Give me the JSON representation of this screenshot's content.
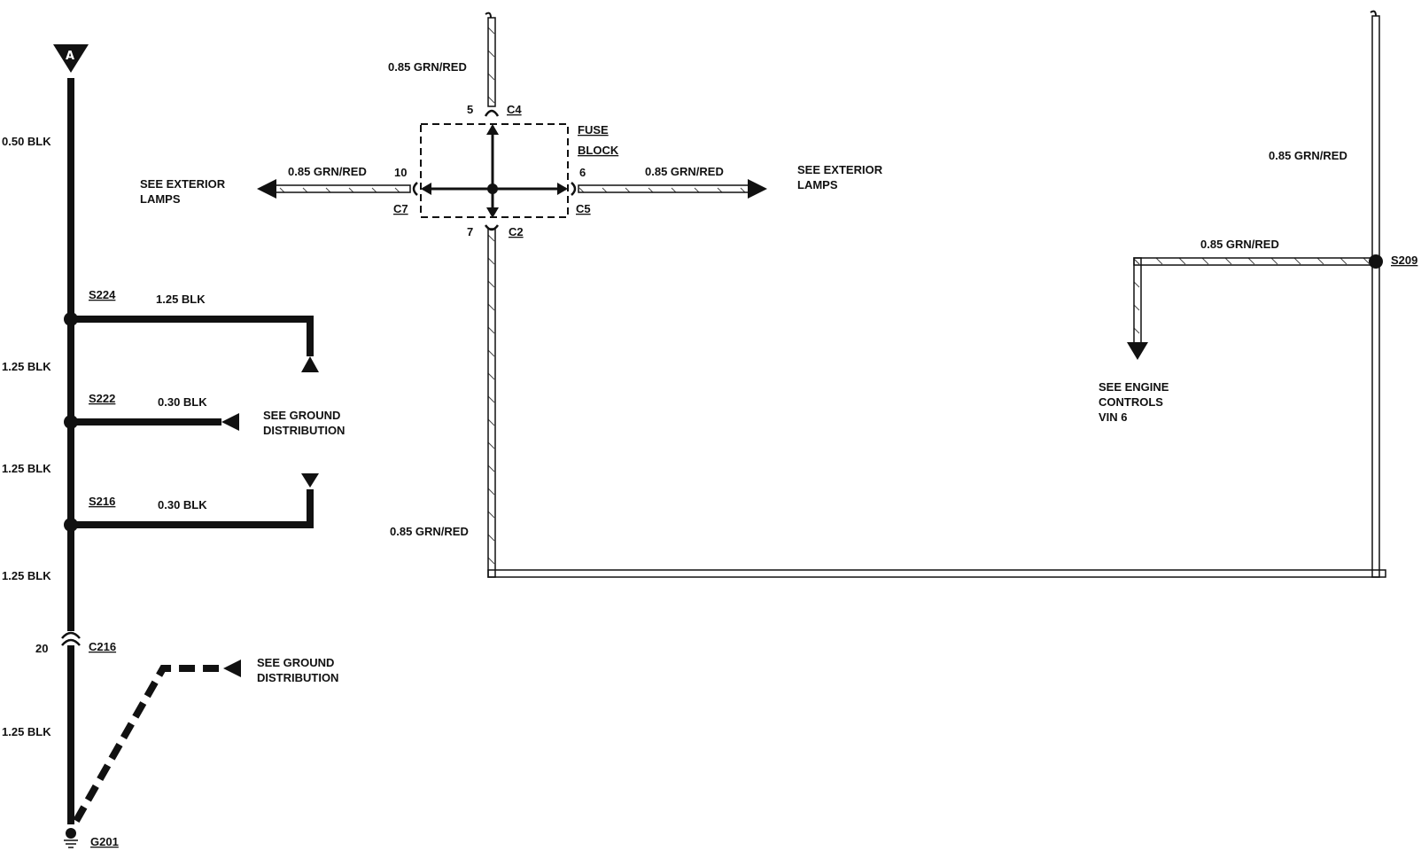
{
  "ground_tree": {
    "connector_marker": "A",
    "wire_top": "0.50 BLK",
    "s224": {
      "splice": "S224",
      "branch_wire": "1.25 BLK"
    },
    "seg1": "1.25 BLK",
    "s222": {
      "splice": "S222",
      "branch_wire": "0.30 BLK",
      "ref_line1": "SEE GROUND",
      "ref_line2": "DISTRIBUTION"
    },
    "seg2": "1.25 BLK",
    "s216": {
      "splice": "S216",
      "branch_wire": "0.30 BLK"
    },
    "seg3": "1.25 BLK",
    "c216": {
      "pin": "20",
      "name": "C216"
    },
    "bottom_ref_line1": "SEE GROUND",
    "bottom_ref_line2": "DISTRIBUTION",
    "seg4": "1.25 BLK",
    "ground": "G201"
  },
  "fuse_block": {
    "title_line1": "FUSE",
    "title_line2": "BLOCK",
    "top_wire": "0.85 GRN/RED",
    "c4": {
      "pin": "5",
      "name": "C4"
    },
    "c7": {
      "pin": "10",
      "name": "C7",
      "wire": "0.85 GRN/RED",
      "ref_line1": "SEE EXTERIOR",
      "ref_line2": "LAMPS"
    },
    "c5": {
      "pin": "6",
      "name": "C5",
      "wire": "0.85 GRN/RED",
      "ref_line1": "SEE EXTERIOR",
      "ref_line2": "LAMPS"
    },
    "c2": {
      "pin": "7",
      "name": "C2"
    },
    "bottom_wire": "0.85 GRN/RED"
  },
  "right_circuit": {
    "vertical_wire": "0.85 GRN/RED",
    "splice": "S209",
    "branch_wire": "0.85 GRN/RED",
    "ref_line1": "SEE ENGINE",
    "ref_line2": "CONTROLS",
    "ref_line3": "VIN 6"
  },
  "colors": {
    "ink": "#111111",
    "background": "#ffffff"
  }
}
